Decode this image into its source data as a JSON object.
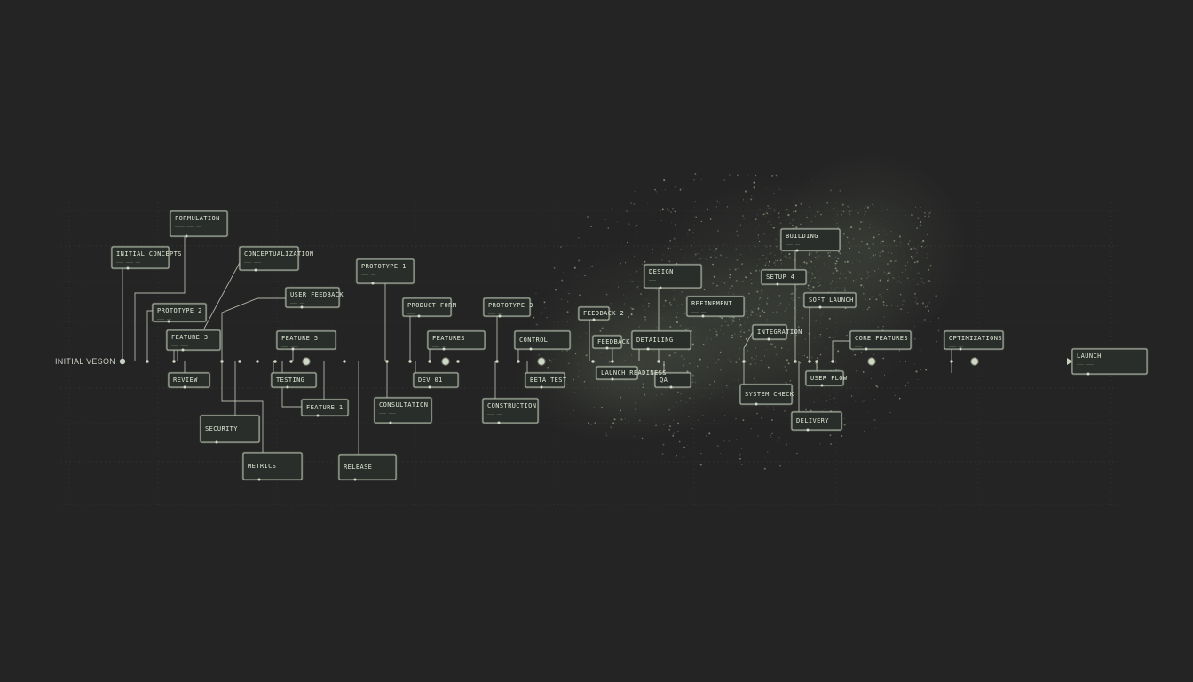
{
  "diagram": {
    "start_label": "INITIAL VESON",
    "colors": {
      "background": "#242424",
      "grid": "#3a4038",
      "line": "#c9d2bf",
      "box_stroke": "#aeb8a6",
      "box_fill": "#2a2e29",
      "text": "#dfe8d6",
      "subtext": "#8b9585",
      "particles": "#a9bd98"
    },
    "nodes": [
      {
        "id": "n01",
        "title": "FORMULATION",
        "sub": "———— ——— ——",
        "variant": "big"
      },
      {
        "id": "n02",
        "title": "INITIAL CONCEPTS",
        "sub": "——— ——— ——",
        "variant": "big"
      },
      {
        "id": "n03",
        "title": "CONCEPTUALIZATION",
        "sub": "——— ———",
        "variant": "big"
      },
      {
        "id": "n04",
        "title": "PROTOTYPE 1",
        "sub": "——— ——",
        "variant": "big"
      },
      {
        "id": "n05",
        "title": "USER FEEDBACK",
        "sub": "——— ——",
        "variant": "big"
      },
      {
        "id": "n06",
        "title": "PROTOTYPE 2",
        "sub": "——— ——",
        "variant": "big"
      },
      {
        "id": "n07",
        "title": "FEATURE 3",
        "sub": "——— ———",
        "variant": "big"
      },
      {
        "id": "n08",
        "title": "PRODUCT FORM",
        "sub": "———",
        "variant": "big"
      },
      {
        "id": "n09",
        "title": "FEATURE 5",
        "sub": "——— ———",
        "variant": "big"
      },
      {
        "id": "n10",
        "title": "PROTOTYPE 3",
        "sub": "——— ——",
        "variant": "big"
      },
      {
        "id": "n11",
        "title": "FEATURES",
        "sub": "——— ——",
        "variant": "big"
      },
      {
        "id": "n12",
        "title": "DESIGN",
        "sub": "———",
        "variant": "big"
      },
      {
        "id": "n13",
        "title": "CONSULTATION",
        "sub": "——— ———",
        "variant": "big"
      },
      {
        "id": "n14",
        "title": "BUILDING",
        "sub": "——— ——",
        "variant": "big"
      },
      {
        "id": "n15",
        "title": "CONSTRUCTION",
        "sub": "——— ——",
        "variant": "big"
      },
      {
        "id": "n16",
        "title": "REFINEMENT",
        "sub": "——— ——",
        "variant": "big"
      },
      {
        "id": "n17",
        "title": "CORE FEATURES",
        "sub": "———",
        "variant": "big"
      },
      {
        "id": "n18",
        "title": "OPTIMIZATIONS",
        "sub": "——— ——",
        "variant": "big"
      },
      {
        "id": "n19",
        "title": "LAUNCH",
        "sub": "——— ———",
        "variant": "big"
      },
      {
        "id": "n20",
        "title": "REVIEW",
        "sub": "",
        "variant": "small"
      },
      {
        "id": "n21",
        "title": "TESTING",
        "sub": "",
        "variant": "small"
      },
      {
        "id": "n22",
        "title": "FEATURE 1",
        "sub": "",
        "variant": "small"
      },
      {
        "id": "n23",
        "title": "DEV 01",
        "sub": "",
        "variant": "small"
      },
      {
        "id": "n24",
        "title": "BETA TEST",
        "sub": "",
        "variant": "small"
      },
      {
        "id": "n25",
        "title": "FEEDBACK 2",
        "sub": "",
        "variant": "small"
      },
      {
        "id": "n26",
        "title": "FEEDBACK",
        "sub": "",
        "variant": "small"
      },
      {
        "id": "n27",
        "title": "CONTROL",
        "sub": "",
        "variant": "small"
      },
      {
        "id": "n28",
        "title": "SETUP 4",
        "sub": "",
        "variant": "small"
      },
      {
        "id": "n29",
        "title": "DETAILING",
        "sub": "",
        "variant": "small"
      },
      {
        "id": "n30",
        "title": "SOFT LAUNCH",
        "sub": "",
        "variant": "small"
      },
      {
        "id": "n31",
        "title": "QA",
        "sub": "",
        "variant": "small"
      },
      {
        "id": "n32",
        "title": "INTEGRATION",
        "sub": "",
        "variant": "small"
      },
      {
        "id": "n33",
        "title": "LAUNCH READINESS",
        "sub": "",
        "variant": "small"
      },
      {
        "id": "n34",
        "title": "SYSTEM CHECK",
        "sub": "",
        "variant": "small"
      },
      {
        "id": "n35",
        "title": "USER FLOW",
        "sub": "",
        "variant": "small"
      },
      {
        "id": "n36",
        "title": "DELIVERY",
        "sub": "",
        "variant": "small"
      },
      {
        "id": "n37",
        "title": "SECURITY",
        "sub": "",
        "variant": "small"
      },
      {
        "id": "n38",
        "title": "METRICS",
        "sub": "",
        "variant": "small"
      },
      {
        "id": "n39",
        "title": "RELEASE",
        "sub": "",
        "variant": "small"
      }
    ]
  }
}
